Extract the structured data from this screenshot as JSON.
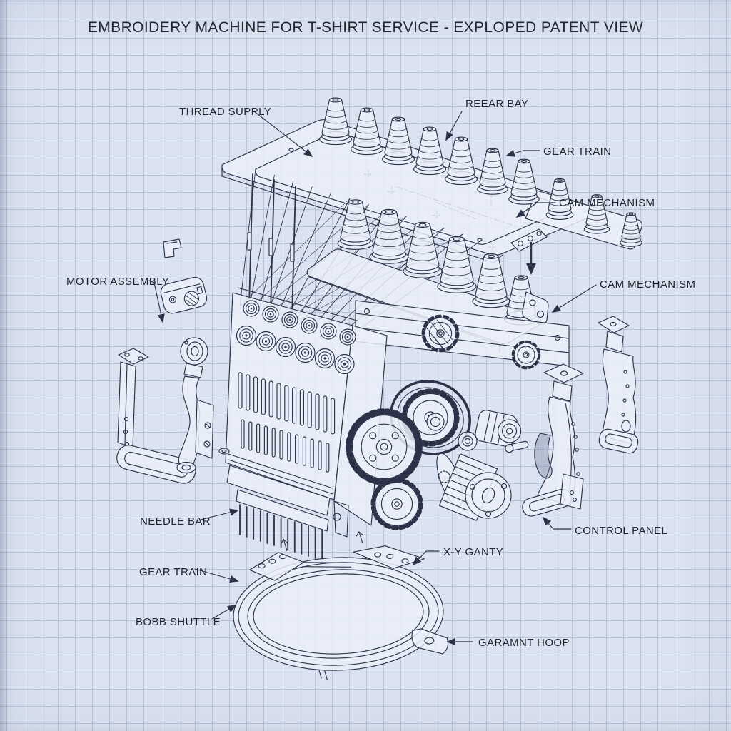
{
  "title": "EMBROIDERY MACHINE FOR T-SHIRT SERVICE - EXPLOPED PATENT VIEW",
  "colors": {
    "paper": "#dce3f0",
    "grid_line": "#8c9ec8",
    "ink": "#2c3248",
    "text": "#20242e"
  },
  "labels": {
    "thread_supply": "THREAD SUPPLY",
    "rear_bay": "REEAR BAY",
    "gear_train_rear": "GEAR TRAIN",
    "cam_mechanism_1": "CAM MECHANISM",
    "cam_mechanism_2": "CAM MECHANISM",
    "motor_assembly": "MOTOR ASSEMBLY",
    "needle_bar": "NEEDLE BAR",
    "gear_train_front": "GEAR TRAIN",
    "bobb_shuttle": "BOBB SHUTTLE",
    "xy_gantry": "X-Y GANTY",
    "control_panel": "CONTROL PANEL",
    "garment_hoop": "GARAMNT HOOP"
  }
}
